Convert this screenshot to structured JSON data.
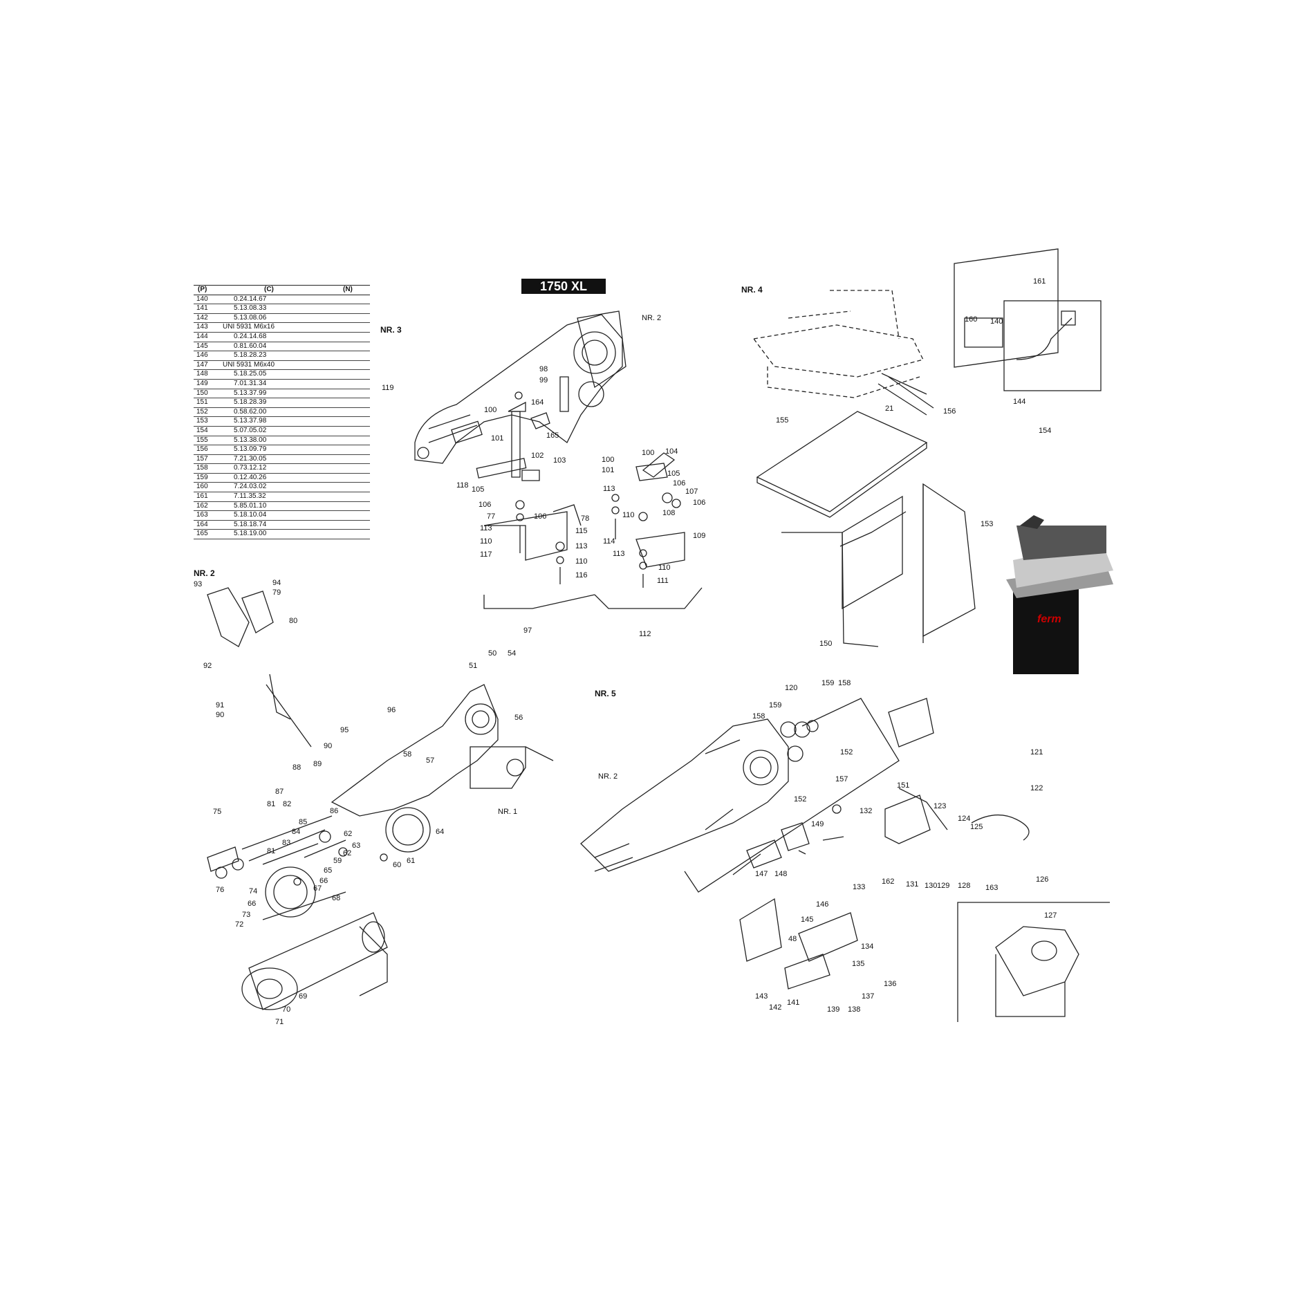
{
  "model": "1750 XL",
  "sections": {
    "nr3": "NR. 3",
    "nr4": "NR. 4",
    "nr2": "NR. 2",
    "nr5": "NR. 5"
  },
  "table": {
    "headers": [
      "(P)",
      "(C)",
      "(N)"
    ],
    "rows": [
      [
        "140",
        "0.24.14.67"
      ],
      [
        "141",
        "5.13.08.33"
      ],
      [
        "142",
        "5.13.08.06"
      ],
      [
        "143",
        "UNI 5931 M6x16"
      ],
      [
        "144",
        "0.24.14.68"
      ],
      [
        "145",
        "0.81.60.04"
      ],
      [
        "146",
        "5.18.28.23"
      ],
      [
        "147",
        "UNI 5931 M6x40"
      ],
      [
        "148",
        "5.18.25.05"
      ],
      [
        "149",
        "7.01.31.34"
      ],
      [
        "150",
        "5.13.37.99"
      ],
      [
        "151",
        "5.18.28.39"
      ],
      [
        "152",
        "0.58.62.00"
      ],
      [
        "153",
        "5.13.37.98"
      ],
      [
        "154",
        "5.07.05.02"
      ],
      [
        "155",
        "5.13.38.00"
      ],
      [
        "156",
        "5.13.09.79"
      ],
      [
        "157",
        "7.21.30.05"
      ],
      [
        "158",
        "0.73.12.12"
      ],
      [
        "159",
        "0.12.40.26"
      ],
      [
        "160",
        "7.24.03.02"
      ],
      [
        "161",
        "7.11.35.32"
      ],
      [
        "162",
        "5.85.01.10"
      ],
      [
        "163",
        "5.18.10.04"
      ],
      [
        "164",
        "5.18.18.74"
      ],
      [
        "165",
        "5.18.19.00"
      ]
    ]
  },
  "photo": {
    "brand": "ferm"
  },
  "callouts": {
    "nr3": [
      "NR. 2",
      "98",
      "99",
      "119",
      "100",
      "164",
      "165",
      "101",
      "102",
      "103",
      "118",
      "105",
      "106",
      "77",
      "106",
      "78",
      "113",
      "115",
      "110",
      "113",
      "117",
      "110",
      "116",
      "97",
      "100",
      "100",
      "104",
      "101",
      "105",
      "106",
      "107",
      "113",
      "106",
      "110",
      "108",
      "114",
      "109",
      "113",
      "110",
      "111",
      "112"
    ],
    "nr4": [
      "161",
      "160",
      "140",
      "144",
      "21",
      "156",
      "155",
      "154",
      "153",
      "150"
    ],
    "nr2": [
      "93",
      "94",
      "79",
      "80",
      "92",
      "91",
      "90",
      "96",
      "50",
      "54",
      "51",
      "56",
      "95",
      "58",
      "57",
      "90",
      "89",
      "88",
      "87",
      "86",
      "81",
      "82",
      "75",
      "85",
      "84",
      "83",
      "81",
      "62",
      "63",
      "62",
      "64",
      "59",
      "65",
      "66",
      "61",
      "60",
      "76",
      "67",
      "74",
      "68",
      "66",
      "73",
      "72",
      "69",
      "70",
      "71",
      "NR. 1"
    ],
    "nr5": [
      "120",
      "159",
      "158",
      "159",
      "158",
      "152",
      "157",
      "152",
      "121",
      "122",
      "123",
      "124",
      "125",
      "151",
      "132",
      "149",
      "126",
      "162",
      "131",
      "130",
      "129",
      "128",
      "163",
      "147",
      "148",
      "146",
      "133",
      "145",
      "48",
      "134",
      "135",
      "136",
      "137",
      "143",
      "142",
      "141",
      "139",
      "138",
      "127"
    ],
    "nr5_ref": "NR. 2"
  }
}
